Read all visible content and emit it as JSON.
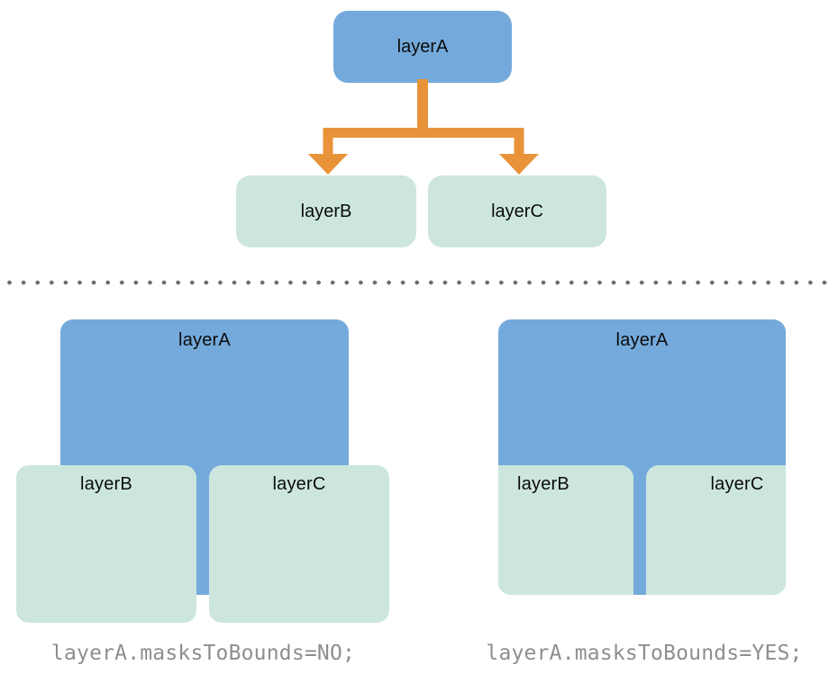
{
  "diagram": {
    "tree": {
      "parent": {
        "label": "layerA"
      },
      "children": [
        {
          "label": "layerB"
        },
        {
          "label": "layerC"
        }
      ]
    },
    "examples": [
      {
        "parent_label": "layerA",
        "child_b_label": "layerB",
        "child_c_label": "layerC",
        "caption": "layerA.masksToBounds=NO;"
      },
      {
        "parent_label": "layerA",
        "child_b_label": "layerB",
        "child_c_label": "layerC",
        "caption": "layerA.masksToBounds=YES;"
      }
    ],
    "colors": {
      "parent_layer": "#74aadb",
      "child_layer": "#cce6de",
      "arrow": "#e8933a",
      "caption_text": "#8e8e8e",
      "divider_dot": "#6e6e6e"
    }
  }
}
